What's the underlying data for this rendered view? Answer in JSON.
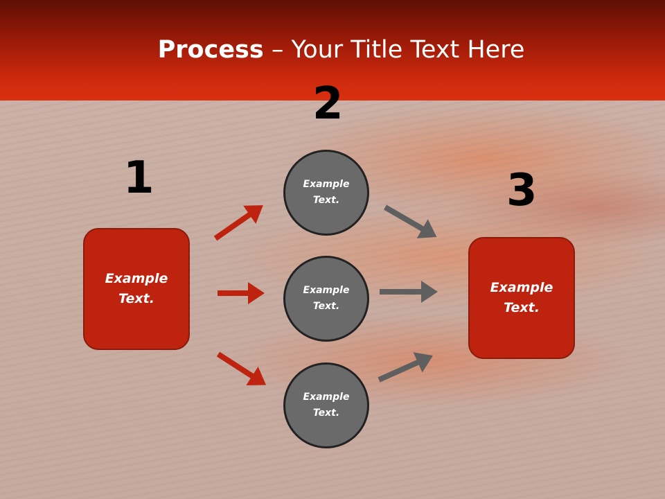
{
  "title": {
    "bold": "Process",
    "rest": " – Your Title Text Here"
  },
  "steps": {
    "one": "1",
    "two": "2",
    "three": "3"
  },
  "left_box": {
    "line1": "Example",
    "line2": "Text."
  },
  "right_box": {
    "line1": "Example",
    "line2": "Text."
  },
  "circles": [
    {
      "line1": "Example",
      "line2": "Text."
    },
    {
      "line1": "Example",
      "line2": "Text."
    },
    {
      "line1": "Example",
      "line2": "Text."
    }
  ],
  "colors": {
    "accent_red": "#be2310",
    "circle_gray": "#6a6a6a",
    "arrow_gray": "#5f5f5f"
  }
}
